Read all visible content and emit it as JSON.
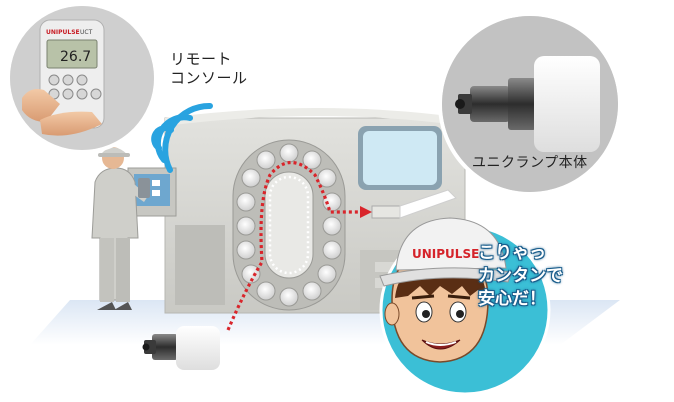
{
  "remote": {
    "label_line1": "リモート",
    "label_line2": "コンソール",
    "device_brand": "UNIPULSE",
    "device_model": "UCT",
    "display_value": "26.7"
  },
  "unit_label": "ユニクランプ本体",
  "speech": {
    "line1": "こりゃっ",
    "line2": "カンタンで",
    "line3": "安心だ！"
  },
  "cap_logo": "UNIPULSE",
  "colors": {
    "wifi": "#29a3e0",
    "machine": "#d9d9d4",
    "bubble": "#3bbfd6",
    "dotted_path": "#d9252b",
    "tool_white": "#f4f4f2",
    "cap_red": "#d5232a"
  },
  "icons": {
    "wireless": "wifi-signal-icon"
  }
}
